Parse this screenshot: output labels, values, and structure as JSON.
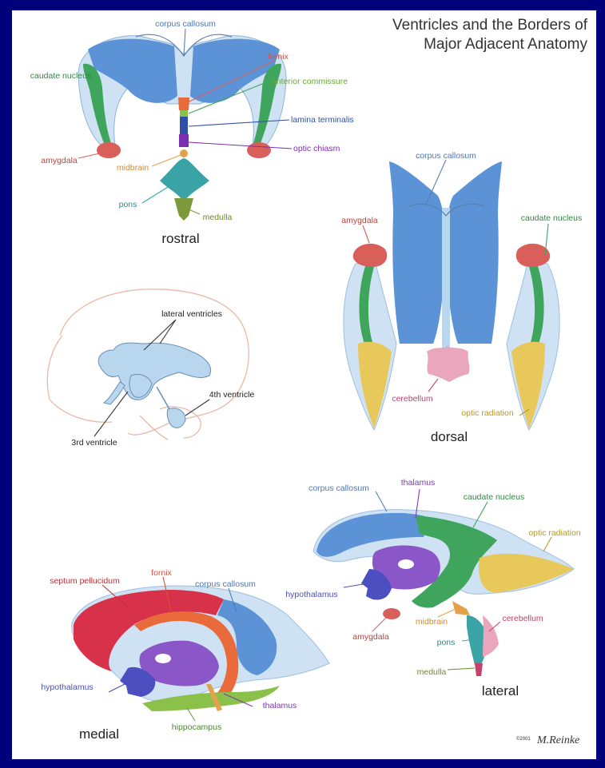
{
  "title": {
    "line1": "Ventricles and the Borders of",
    "line2": "Major Adjacent Anatomy"
  },
  "rostral": {
    "view_label": "rostral",
    "labels": {
      "corpus_callosum": "corpus callosum",
      "fornix": "fornix",
      "caudate_nucleus": "caudate nucleus",
      "anterior_commissure": "anterior commissure",
      "lamina_terminalis": "lamina terminalis",
      "amygdala": "amygdala",
      "optic_chiasm": "optic chiasm",
      "midbrain": "midbrain",
      "pons": "pons",
      "medulla": "medulla"
    }
  },
  "dorsal": {
    "view_label": "dorsal",
    "labels": {
      "corpus_callosum": "corpus callosum",
      "amygdala": "amygdala",
      "caudate_nucleus": "caudate nucleus",
      "cerebellum": "cerebellum",
      "optic_radiation": "optic radiation"
    }
  },
  "overview": {
    "labels": {
      "lateral_ventricles": "lateral ventricles",
      "fourth_ventricle": "4th ventricle",
      "third_ventricle": "3rd ventricle"
    }
  },
  "lateral": {
    "view_label": "lateral",
    "labels": {
      "corpus_callosum": "corpus callosum",
      "thalamus": "thalamus",
      "caudate_nucleus": "caudate nucleus",
      "optic_radiation": "optic radiation",
      "hypothalamus": "hypothalamus",
      "midbrain": "midbrain",
      "cerebellum": "cerebellum",
      "amygdala": "amygdala",
      "pons": "pons",
      "medulla": "medulla"
    }
  },
  "medial": {
    "view_label": "medial",
    "labels": {
      "septum_pellucidum": "septum pellucidum",
      "fornix": "fornix",
      "corpus_callosum": "corpus callosum",
      "hypothalamus": "hypothalamus",
      "thalamus": "thalamus",
      "hippocampus": "hippocampus"
    }
  },
  "signature": {
    "copyright": "©2001",
    "artist": "M.Reinke"
  },
  "colors": {
    "background": "#00007a",
    "ventricle_blue": "#5b93d6",
    "pale_blue": "#b9d6ef",
    "caudate_green": "#3fa55c",
    "amygdala_red": "#d9605a",
    "fornix_orange": "#e96a3a",
    "midbrain_tan": "#e2a14a",
    "pons_teal": "#3aa3a6",
    "thalamus_purple": "#8a56c8",
    "hypothalamus_indigo": "#4b4fc0",
    "optic_yellow": "#e8c85a",
    "septum_red": "#d8314a",
    "cerebellum_pink": "#e9a6bd",
    "hippocampus_green": "#8bc14a"
  }
}
